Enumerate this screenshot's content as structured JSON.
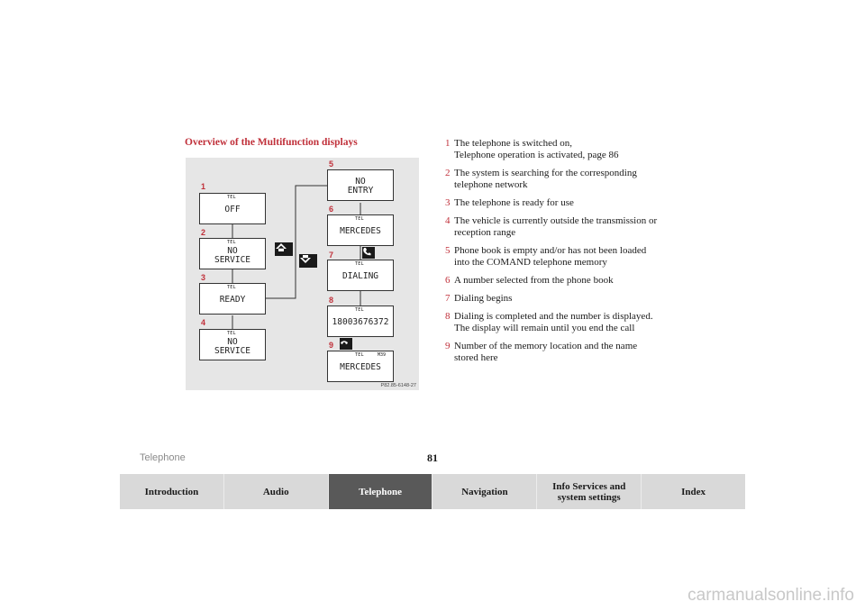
{
  "section_title": "Overview of the Multifunction displays",
  "figure": {
    "label": "P82.85-6148-27",
    "displays": [
      {
        "num": "1",
        "tag": "TEL",
        "text": "OFF"
      },
      {
        "num": "2",
        "tag": "TEL",
        "text": "NO\nSERVICE"
      },
      {
        "num": "3",
        "tag": "TEL",
        "text": "READY"
      },
      {
        "num": "4",
        "tag": "TEL",
        "text": "NO\nSERVICE"
      },
      {
        "num": "5",
        "tag": "",
        "text": "NO\nENTRY"
      },
      {
        "num": "6",
        "tag": "TEL",
        "text": "MERCEDES"
      },
      {
        "num": "7",
        "tag": "TEL",
        "text": "DIALING"
      },
      {
        "num": "8",
        "tag": "TEL",
        "text": "18003676372"
      },
      {
        "num": "9",
        "tag": "TEL",
        "tag2": "M39",
        "text": "MERCEDES"
      }
    ]
  },
  "items": [
    {
      "num": "1",
      "text": "The telephone is switched on,\nTelephone operation is activated, page 86"
    },
    {
      "num": "2",
      "text": "The system is searching for the corresponding\ntelephone network"
    },
    {
      "num": "3",
      "text": "The telephone is ready for use"
    },
    {
      "num": "4",
      "text": "The vehicle is currently outside the transmission or\nreception range"
    },
    {
      "num": "5",
      "text": "Phone book is empty and/or has not been loaded\ninto the COMAND telephone memory"
    },
    {
      "num": "6",
      "text": "A number selected from the phone book"
    },
    {
      "num": "7",
      "text": "Dialing begins"
    },
    {
      "num": "8",
      "text": "Dialing is completed and the number is displayed.\nThe display will remain until you end the call"
    },
    {
      "num": "9",
      "text": "Number of the memory location and the name\nstored here"
    }
  ],
  "footer": {
    "section": "Telephone",
    "page": "81"
  },
  "nav": {
    "tabs": [
      {
        "label": "Introduction",
        "active": false
      },
      {
        "label": "Audio",
        "active": false
      },
      {
        "label": "Telephone",
        "active": true
      },
      {
        "label": "Navigation",
        "active": false
      },
      {
        "label": "Info Services and\nsystem settings",
        "active": false
      },
      {
        "label": "Index",
        "active": false
      }
    ]
  },
  "watermark": "carmanualsonline.info",
  "colors": {
    "accent": "#c0303a",
    "nav_bg": "#d9d9d9",
    "nav_active": "#595959",
    "figure_bg": "#e6e6e6"
  },
  "icons": [
    "arrow-up-key-icon",
    "arrow-down-key-icon",
    "phone-off-hook-icon",
    "phone-on-hook-icon"
  ]
}
